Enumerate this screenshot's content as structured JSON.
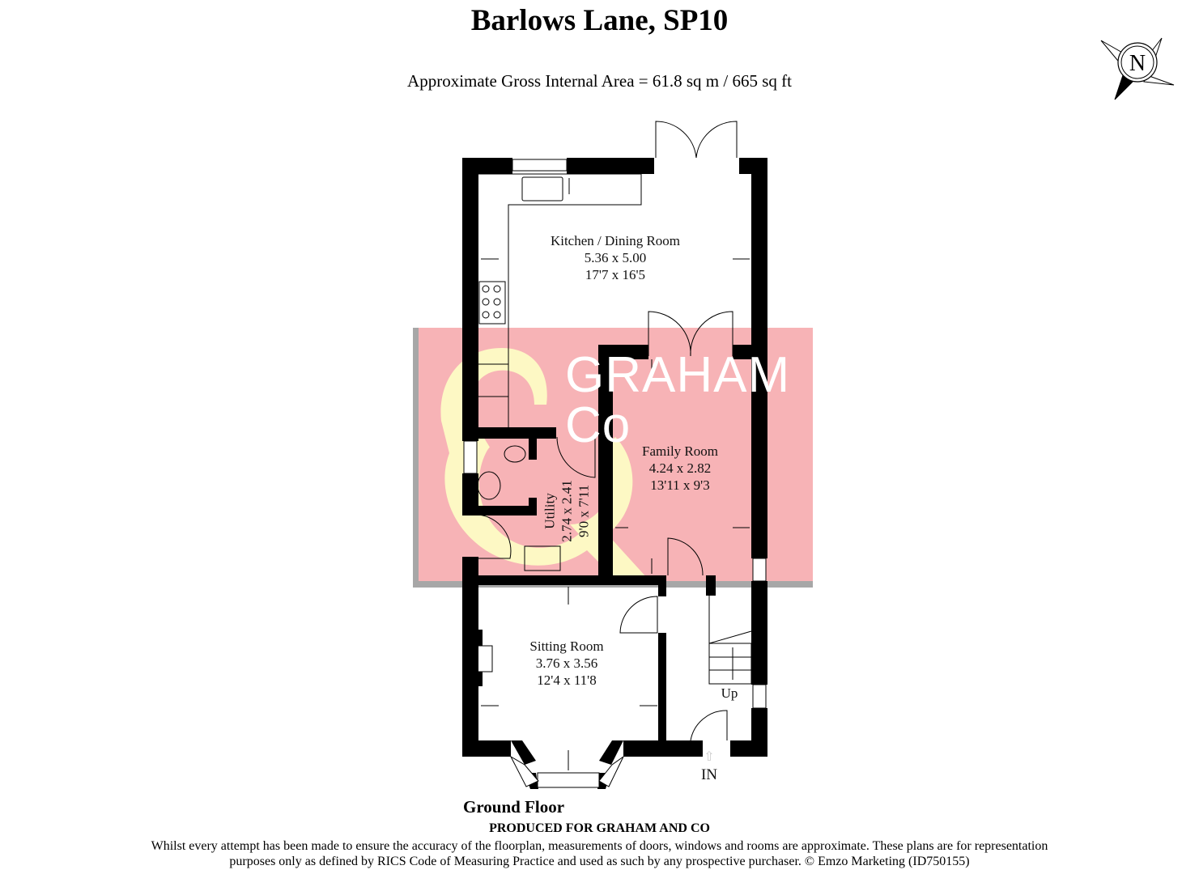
{
  "header": {
    "title": "Barlows Lane, SP10",
    "area": "Approximate Gross Internal Area = 61.8 sq m / 665 sq ft"
  },
  "compass": {
    "icon": "north-compass-icon",
    "label": "N"
  },
  "watermark": {
    "line1": "GRAHAM",
    "line2": "Co",
    "ampersand": "&",
    "colors": {
      "background": "#f7b3b6",
      "ampersand": "#fdf8c4",
      "shadow": "#a7a7a7",
      "text": "#ffffff"
    }
  },
  "rooms": [
    {
      "name": "Kitchen / Dining Room",
      "metric": "5.36 x 5.00",
      "imperial": "17'7 x 16'5"
    },
    {
      "name": "Family Room",
      "metric": "4.24 x 2.82",
      "imperial": "13'11 x 9'3"
    },
    {
      "name": "Utility",
      "metric": "2.74 x 2.41",
      "imperial": "9'0 x 7'11"
    },
    {
      "name": "Sitting Room",
      "metric": "3.76 x 3.56",
      "imperial": "12'4 x 11'8"
    }
  ],
  "labels": {
    "stairs": "Up",
    "entrance": "IN"
  },
  "floor": "Ground Floor",
  "footer": {
    "produced": "PRODUCED FOR GRAHAM AND CO",
    "disclaimer_line1": "Whilst every attempt has been made to ensure the accuracy of the floorplan, measurements of doors, windows and rooms are approximate. These plans are for representation",
    "disclaimer_line2": "purposes only as defined by RICS Code of Measuring Practice and used as such by any prospective purchaser. © Emzo Marketing (ID750155)"
  }
}
